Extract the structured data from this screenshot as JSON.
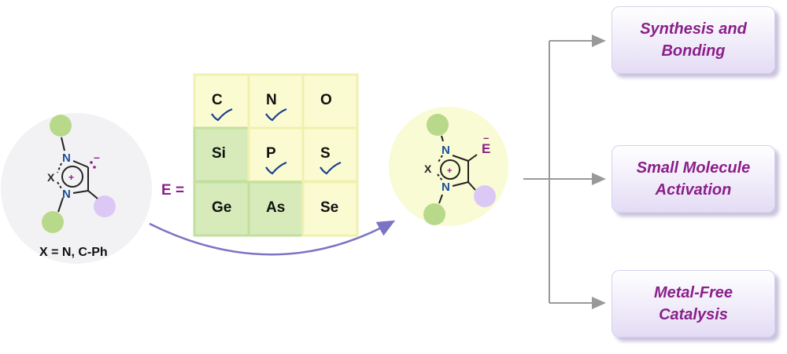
{
  "reactant": {
    "x_label": "X",
    "n_label": "N",
    "substituent_note": "X = N, C-Ph",
    "charge_plus": "+",
    "charge_minus": "–"
  },
  "element_grid": {
    "label": "E =",
    "rows": [
      [
        "C",
        "N",
        "O"
      ],
      [
        "Si",
        "P",
        "S"
      ],
      [
        "Ge",
        "As",
        "Se"
      ]
    ],
    "checked": [
      "C",
      "N",
      "P",
      "S"
    ]
  },
  "product": {
    "x_label": "X",
    "n_label": "N",
    "e_label": "E",
    "charge_plus": "+",
    "charge_minus": "–"
  },
  "outcomes": [
    {
      "line1": "Synthesis and",
      "line2": "Bonding"
    },
    {
      "line1": "Small Molecule",
      "line2": "Activation"
    },
    {
      "line1": "Metal-Free",
      "line2": "Catalysis"
    }
  ],
  "colors": {
    "green": "#b8d98a",
    "purple": "#dcc8f5",
    "accent": "#8a1f8a",
    "n_blue": "#1a4f9c"
  }
}
